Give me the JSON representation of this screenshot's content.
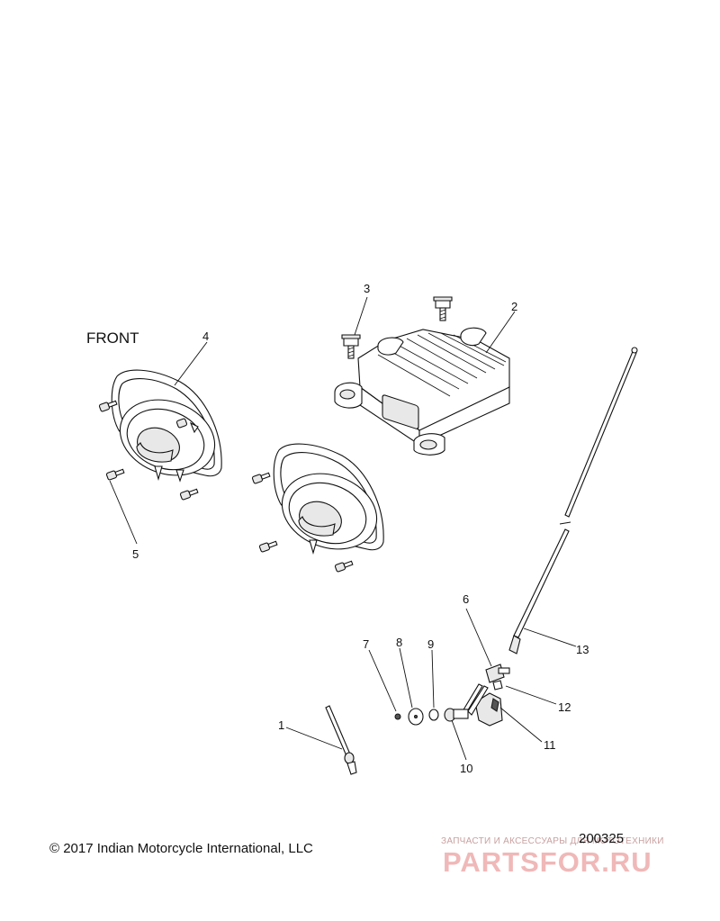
{
  "diagram": {
    "front_label": "FRONT",
    "callouts": [
      "1",
      "2",
      "3",
      "4",
      "5",
      "6",
      "7",
      "8",
      "9",
      "10",
      "11",
      "12",
      "13"
    ],
    "copyright": "© 2017 Indian Motorcycle International, LLC",
    "drawing_number": "200325"
  },
  "watermark": {
    "subtitle": "ЗАПЧАСТИ И АКСЕССУАРЫ ДЛЯ МОТОТЕХНИКИ",
    "logo_text": "PARTSFOR.RU"
  }
}
